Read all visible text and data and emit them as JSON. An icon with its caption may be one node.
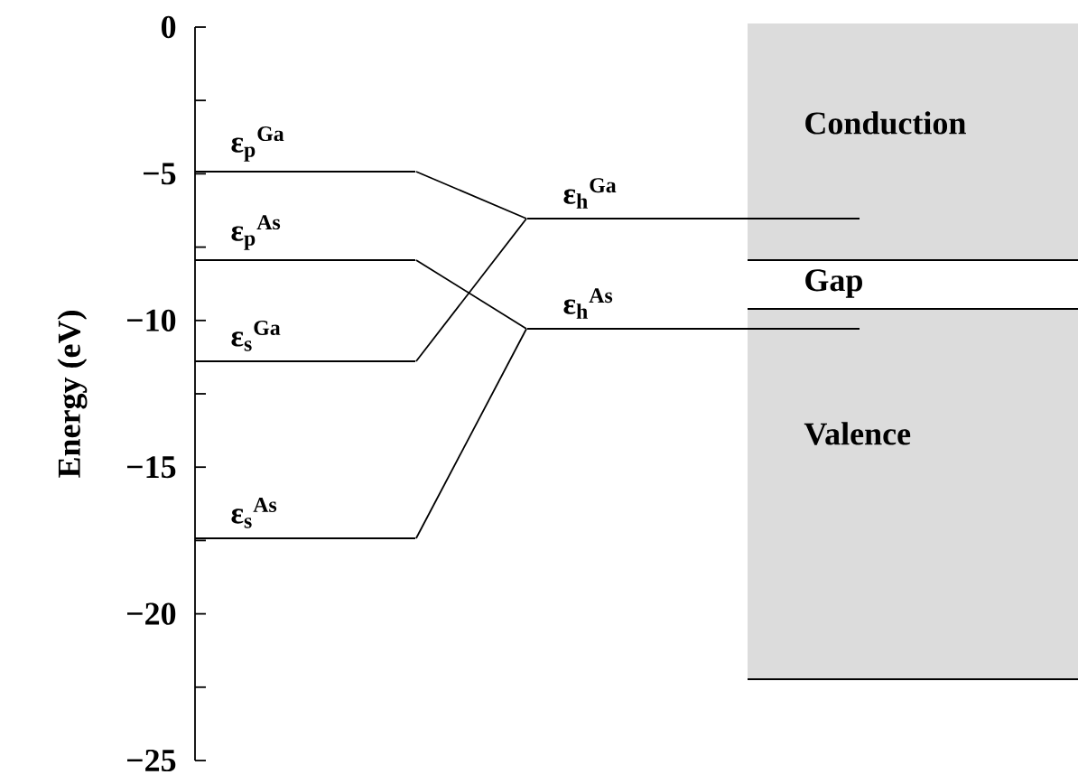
{
  "diagram": {
    "nodes": [
      {
        "text": [
          "ε$_{p}$$^{Ga}$"
        ]
      },
      {
        "text": [
          "ε$_{p}$$^{As}$"
        ]
      },
      {
        "text": [
          "ε$_{s}$$^{Ga}$"
        ]
      },
      {
        "text": [
          "ε$_{s}$$^{As}$"
        ]
      },
      {
        "text": [
          "ε$_{h}$$^{Ga}$"
        ]
      },
      {
        "text": [
          "ε$_{h}$$^{As}$"
        ]
      },
      {
        "text": [
          "Conduction"
        ]
      },
      {
        "text": [
          "Gap"
        ]
      },
      {
        "text": [
          "Valence"
        ]
      }
    ],
    "edges": [
      {
        "from": 0,
        "to": 4,
        "arrow": "none"
      },
      {
        "from": 2,
        "to": 4,
        "arrow": "none"
      },
      {
        "from": 1,
        "to": 5,
        "arrow": "none"
      },
      {
        "from": 3,
        "to": 5,
        "arrow": "none"
      }
    ],
    "labels": [
      "0",
      "−5",
      "−10",
      "−15",
      "−20",
      "−25",
      "Energy (eV)"
    ]
  }
}
